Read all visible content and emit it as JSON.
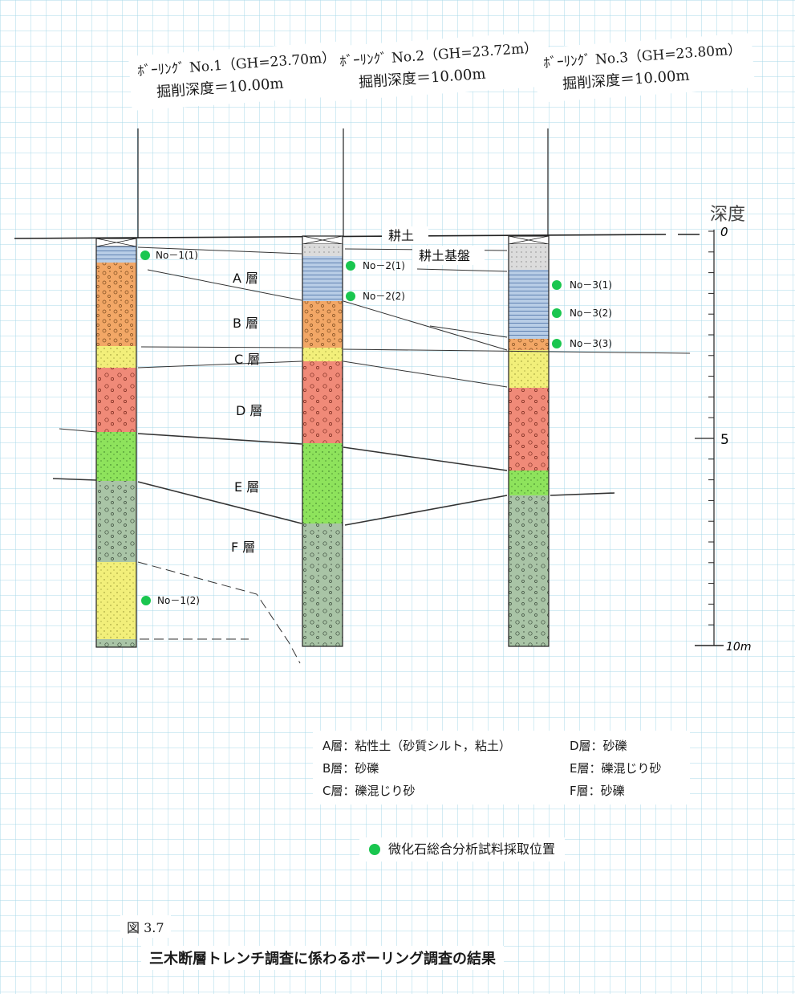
{
  "boreholes": [
    {
      "name": "ﾎﾞｰﾘﾝｸﾞ No.1（GH=23.70m）",
      "depth_text": "掘削深度＝10.00m"
    },
    {
      "name": "ﾎﾞｰﾘﾝｸﾞ No.2（GH=23.72m）",
      "depth_text": "掘削深度＝10.00m"
    },
    {
      "name": "ﾎﾞｰﾘﾝｸﾞ No.3（GH=23.80m）",
      "depth_text": "掘削深度＝10.00m"
    }
  ],
  "layer_labels": {
    "kodo": "耕土",
    "kodo_kiban": "耕土基盤",
    "A": "A 層",
    "B": "B 層",
    "C": "C 層",
    "D": "D 層",
    "E": "E 層",
    "F": "F 層"
  },
  "depth_scale": {
    "title": "深度",
    "tick_labels": [
      "0",
      "5",
      "10m"
    ],
    "range_m": [
      0,
      10
    ]
  },
  "samples": [
    "No－1(1)",
    "No－1(2)",
    "No－2(1)",
    "No－2(2)",
    "No－3(1)",
    "No－3(2)",
    "No－3(3)"
  ],
  "legend": {
    "A": "A層：粘性土（砂質シルト，粘土）",
    "B": "B層：砂礫",
    "C": "C層：礫混じり砂",
    "D": "D層：砂礫",
    "E": "E層：礫混じり砂",
    "F": "F層：砂礫"
  },
  "sample_legend": "微化石総合分析試料採取位置",
  "figure_number": "図 3.7",
  "figure_title": "三木断層トレンチ調査に係わるボーリング調査の結果",
  "colors": {
    "grid": "#a9d8ea",
    "kodo_kiban": "#dcdcdc",
    "clay_A": "#b8cde6",
    "gravel_B": "#f2a766",
    "sand_C": "#f2ef7a",
    "gravel_D": "#f08a78",
    "sand_E": "#8ee35c",
    "gravel_F": "#a9c4a6",
    "sample_dot": "#1ac64f"
  }
}
